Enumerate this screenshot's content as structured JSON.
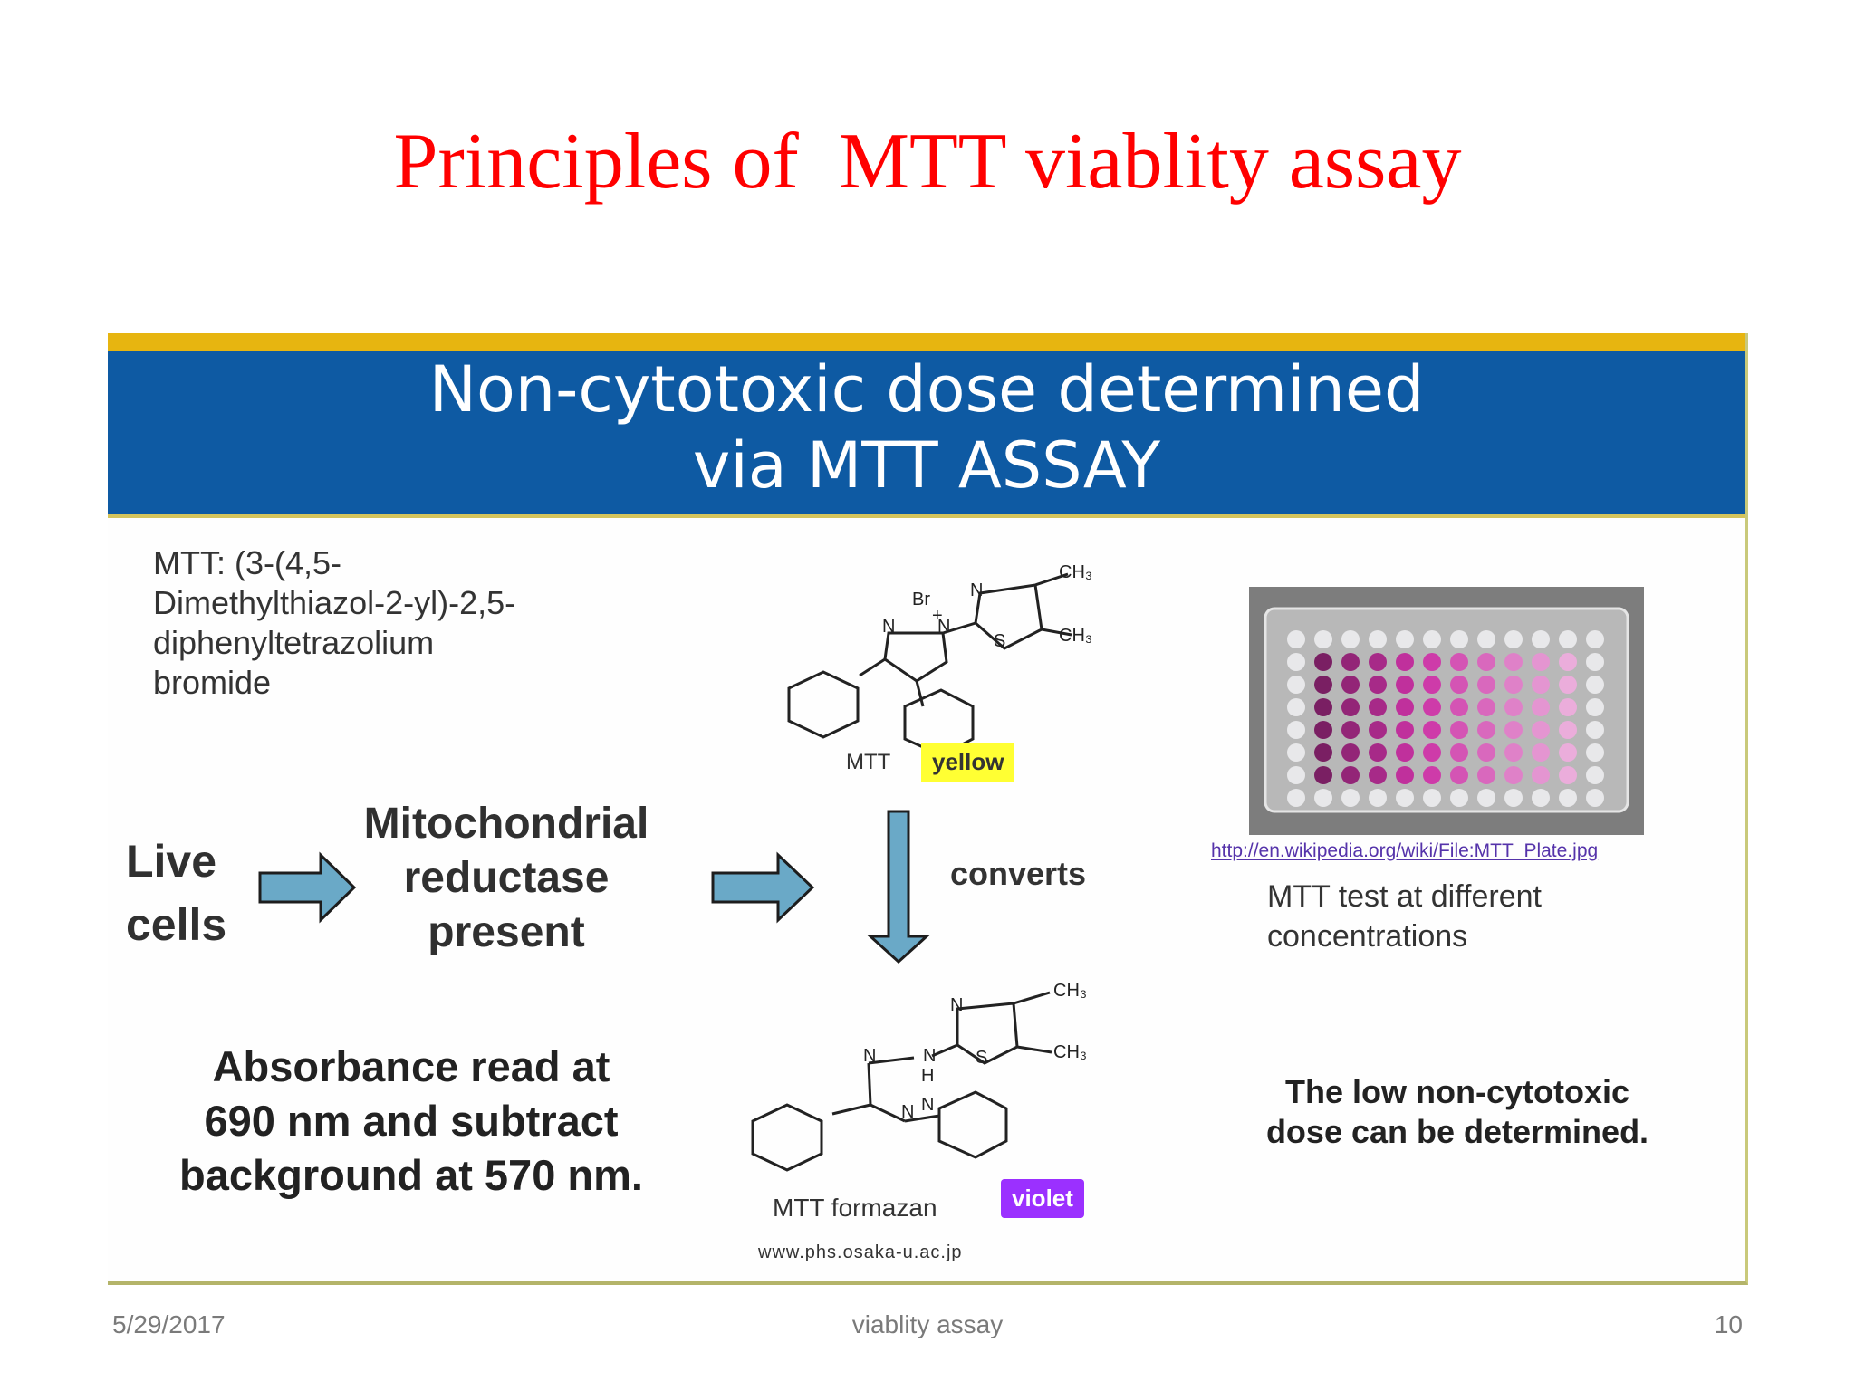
{
  "slide": {
    "title": "Principles of  MTT viablity assay"
  },
  "panel": {
    "banner_line1": "Non-cytotoxic dose determined",
    "banner_line2": "via MTT ASSAY",
    "mtt_definition": [
      "MTT: (3-(4,5-",
      "Dimethylthiazol-2-yl)-2,5-",
      "diphenyltetrazolium",
      "bromide"
    ],
    "live_cells": [
      "Live",
      "cells"
    ],
    "mitochondrial": [
      "Mitochondrial",
      "reductase",
      "present"
    ],
    "converts": "converts",
    "mtt_label": "MTT",
    "yellow_label": "yellow",
    "formazan_label": "MTT formazan",
    "violet_label": "violet",
    "source_osaka": "www.phs.osaka-u.ac.jp",
    "absorbance": [
      "Absorbance read at",
      "690 nm and subtract",
      "background at 570 nm."
    ],
    "wiki_link": "http://en.wikipedia.org/wiki/File:MTT_Plate.jpg",
    "mtt_test_caption": [
      "MTT test at different",
      "concentrations"
    ],
    "low_dose": [
      "The low non-cytotoxic",
      "dose can be determined."
    ],
    "chem_labels": {
      "br": "Br",
      "plus": "+",
      "n": "N",
      "s": "S",
      "h": "H",
      "ch3": "CH₃"
    }
  },
  "colors": {
    "title": "#ff0000",
    "banner": "#0e5aa3",
    "gold": "#e7b510",
    "arrow": "#6aa9c7",
    "yellow_badge": "#ffff33",
    "violet_badge": "#9b30ff"
  },
  "footer": {
    "date": "5/29/2017",
    "title": "viablity assay",
    "page": "10"
  }
}
